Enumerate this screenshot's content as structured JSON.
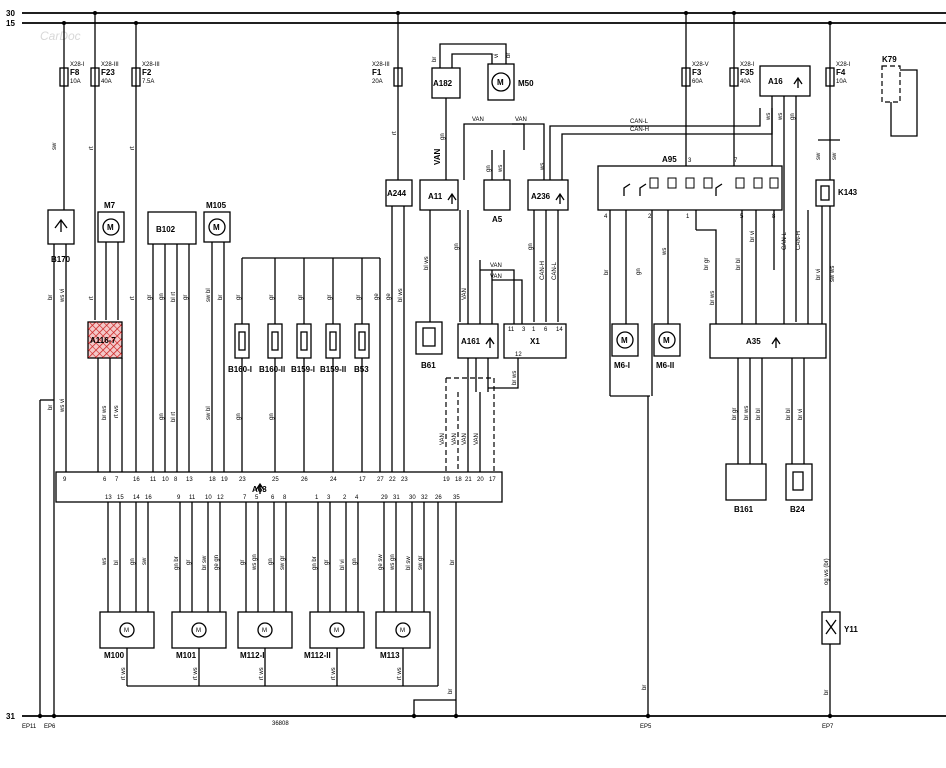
{
  "rails": {
    "r30": "30",
    "r15": "15",
    "r31": "31",
    "ground_code": "36808"
  },
  "watermark": "CarDoc",
  "fuses": {
    "f8": {
      "name": "F8",
      "rating": "10A",
      "loc": "X28-I"
    },
    "f23": {
      "name": "F23",
      "rating": "40A",
      "loc": "X28-III"
    },
    "f2": {
      "name": "F2",
      "rating": "7.5A",
      "loc": "X28-III"
    },
    "f1": {
      "name": "F1",
      "rating": "20A",
      "loc": "X28-III"
    },
    "f3": {
      "name": "F3",
      "rating": "60A",
      "loc": "X28-V"
    },
    "f35": {
      "name": "F35",
      "rating": "40A",
      "loc": "X28-I"
    },
    "f4": {
      "name": "F4",
      "rating": "10A",
      "loc": "X28-I"
    }
  },
  "components": {
    "B170": "B170",
    "M7": "M7",
    "B102": "B102",
    "M105": "M105",
    "A116": "A116-7",
    "A182": "A182",
    "M50": "M50",
    "A244": "A244",
    "A11": "A11",
    "A5": "A5",
    "A236": "A236",
    "A16": "A16",
    "K79": "K79",
    "A95": "A95",
    "K143": "K143",
    "B61": "B61",
    "A161": "A161",
    "X1": "X1",
    "M6I": "M6-I",
    "M6II": "M6-II",
    "A35": "A35",
    "A63": "A63",
    "B160I": "B160-I",
    "B160II": "B160-II",
    "B159I": "B159-I",
    "B159II": "B159-II",
    "B53": "B53",
    "M100": "M100",
    "M101": "M101",
    "M112I": "M112-I",
    "M112II": "M112-II",
    "M113": "M113",
    "B161": "B161",
    "B24": "B24",
    "Y11": "Y11"
  },
  "bus_labels": {
    "canl": "CAN-L",
    "canh": "CAN-H",
    "van": "VAN"
  },
  "ground_points": {
    "ep11": "EP11",
    "ep6": "EP6",
    "ep5": "EP5",
    "ep7": "EP7"
  },
  "wire_colors": {
    "sw": "sw",
    "rt": "rt",
    "gn": "gn",
    "ws": "ws",
    "br": "br",
    "vi": "vi",
    "bl": "bl",
    "gr": "gr",
    "ge": "ge",
    "br_vi": "br vi",
    "ws_vi": "ws vi",
    "br_ws": "br ws",
    "rt_ws": "rt ws",
    "bl_rt": "bl rt",
    "sw_bl": "sw bl",
    "bl_ws": "bl ws",
    "br_gr": "br gr",
    "br_bl": "br bl",
    "br_sw": "br sw",
    "ge_gn": "ge gn",
    "gn_br": "gn br",
    "ws_gn": "ws gn",
    "sw_gr": "sw gr",
    "bl_vi": "bl vi",
    "ge_sw": "ge sw",
    "bl_sw": "bl sw",
    "sw_ws": "sw ws",
    "og_ws": "og ws (br)",
    "can_l": "CAN-L",
    "can_h": "CAN-H",
    "van": "VAN"
  },
  "a63_pins_top": [
    "9",
    "6",
    "7",
    "16",
    "11",
    "10",
    "8",
    "13",
    "18",
    "19",
    "23",
    "25",
    "26",
    "24",
    "17",
    "27",
    "22",
    "23",
    "19",
    "18",
    "21",
    "20",
    "17"
  ],
  "a63_pins_bot": [
    "13",
    "15",
    "14",
    "16",
    "9",
    "11",
    "10",
    "12",
    "7",
    "5",
    "6",
    "8",
    "1",
    "3",
    "2",
    "4",
    "29",
    "31",
    "30",
    "32",
    "26",
    "35"
  ],
  "colors": {
    "ink": "#000000",
    "hatch": "#cc2222",
    "paper": "#ffffff"
  }
}
